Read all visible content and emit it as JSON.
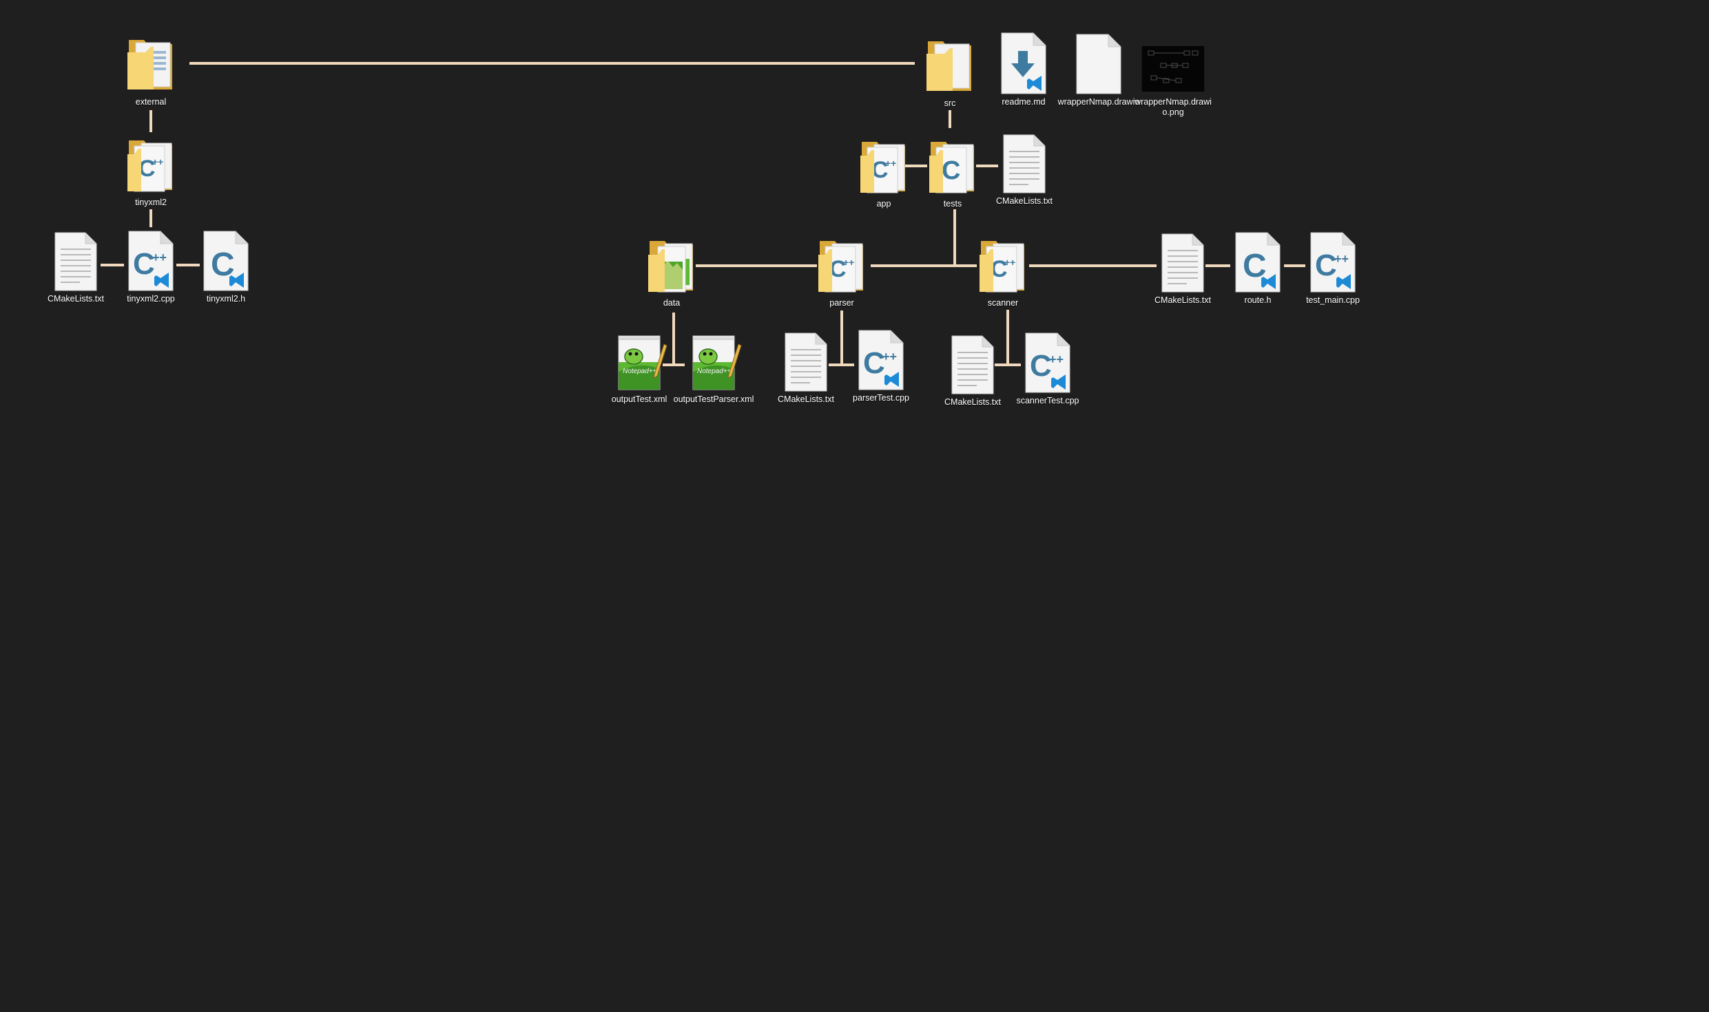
{
  "colors": {
    "background": "#1f1f1f",
    "connector": "#f0d9bd",
    "label": "#ffffff",
    "folder_back": "#d9a838",
    "folder_front": "#f6d675",
    "paper": "#f4f4f4",
    "c_icon": "#3f7ba0",
    "vscode_badge": "#1c8ad6",
    "notepad_green": "#5fb833"
  },
  "nodes": {
    "external": {
      "label": "external",
      "type": "folder-doc"
    },
    "tinyxml2_dir": {
      "label": "tinyxml2",
      "type": "folder-cpp"
    },
    "ext_cmake": {
      "label": "CMakeLists.txt",
      "type": "text-file"
    },
    "tinyxml2_cpp": {
      "label": "tinyxml2.cpp",
      "type": "cpp-file"
    },
    "tinyxml2_h": {
      "label": "tinyxml2.h",
      "type": "c-header-file"
    },
    "src": {
      "label": "src",
      "type": "folder-doc"
    },
    "readme": {
      "label": "readme.md",
      "type": "markdown-file"
    },
    "drawio": {
      "label": "wrapperNmap.drawio",
      "type": "blank-file"
    },
    "drawio_png": {
      "label": "wrapperNmap.drawio.png",
      "type": "image-thumbnail"
    },
    "app": {
      "label": "app",
      "type": "folder-cpp"
    },
    "tests": {
      "label": "tests",
      "type": "folder-c"
    },
    "src_cmake": {
      "label": "CMakeLists.txt",
      "type": "text-file"
    },
    "data": {
      "label": "data",
      "type": "folder-image"
    },
    "parser": {
      "label": "parser",
      "type": "folder-cpp"
    },
    "scanner": {
      "label": "scanner",
      "type": "folder-cpp"
    },
    "tests_cmake": {
      "label": "CMakeLists.txt",
      "type": "text-file"
    },
    "route_h": {
      "label": "route.h",
      "type": "c-header-file"
    },
    "test_main": {
      "label": "test_main.cpp",
      "type": "cpp-file"
    },
    "output_test": {
      "label": "outputTest.xml",
      "type": "notepad-file"
    },
    "output_parser": {
      "label": "outputTestParser.xml",
      "type": "notepad-file"
    },
    "parser_cmake": {
      "label": "CMakeLists.txt",
      "type": "text-file"
    },
    "parser_test": {
      "label": "parserTest.cpp",
      "type": "cpp-file"
    },
    "scanner_cmake": {
      "label": "CMakeLists.txt",
      "type": "text-file"
    },
    "scanner_test": {
      "label": "scannerTest.cpp",
      "type": "cpp-file"
    }
  },
  "connections": [
    [
      "external",
      "src"
    ],
    [
      "external",
      "tinyxml2_dir"
    ],
    [
      "tinyxml2_dir",
      "tinyxml2_cpp"
    ],
    [
      "ext_cmake",
      "tinyxml2_cpp"
    ],
    [
      "tinyxml2_cpp",
      "tinyxml2_h"
    ],
    [
      "src",
      "tests"
    ],
    [
      "app",
      "tests"
    ],
    [
      "tests",
      "src_cmake"
    ],
    [
      "tests",
      "parser"
    ],
    [
      "tests",
      "scanner"
    ],
    [
      "data",
      "parser"
    ],
    [
      "scanner",
      "tests_cmake"
    ],
    [
      "tests_cmake",
      "route_h"
    ],
    [
      "route_h",
      "test_main"
    ],
    [
      "data",
      "output_test"
    ],
    [
      "output_test",
      "output_parser"
    ],
    [
      "parser",
      "parser_cmake"
    ],
    [
      "parser_cmake",
      "parser_test"
    ],
    [
      "scanner",
      "scanner_cmake"
    ],
    [
      "scanner_cmake",
      "scanner_test"
    ]
  ]
}
